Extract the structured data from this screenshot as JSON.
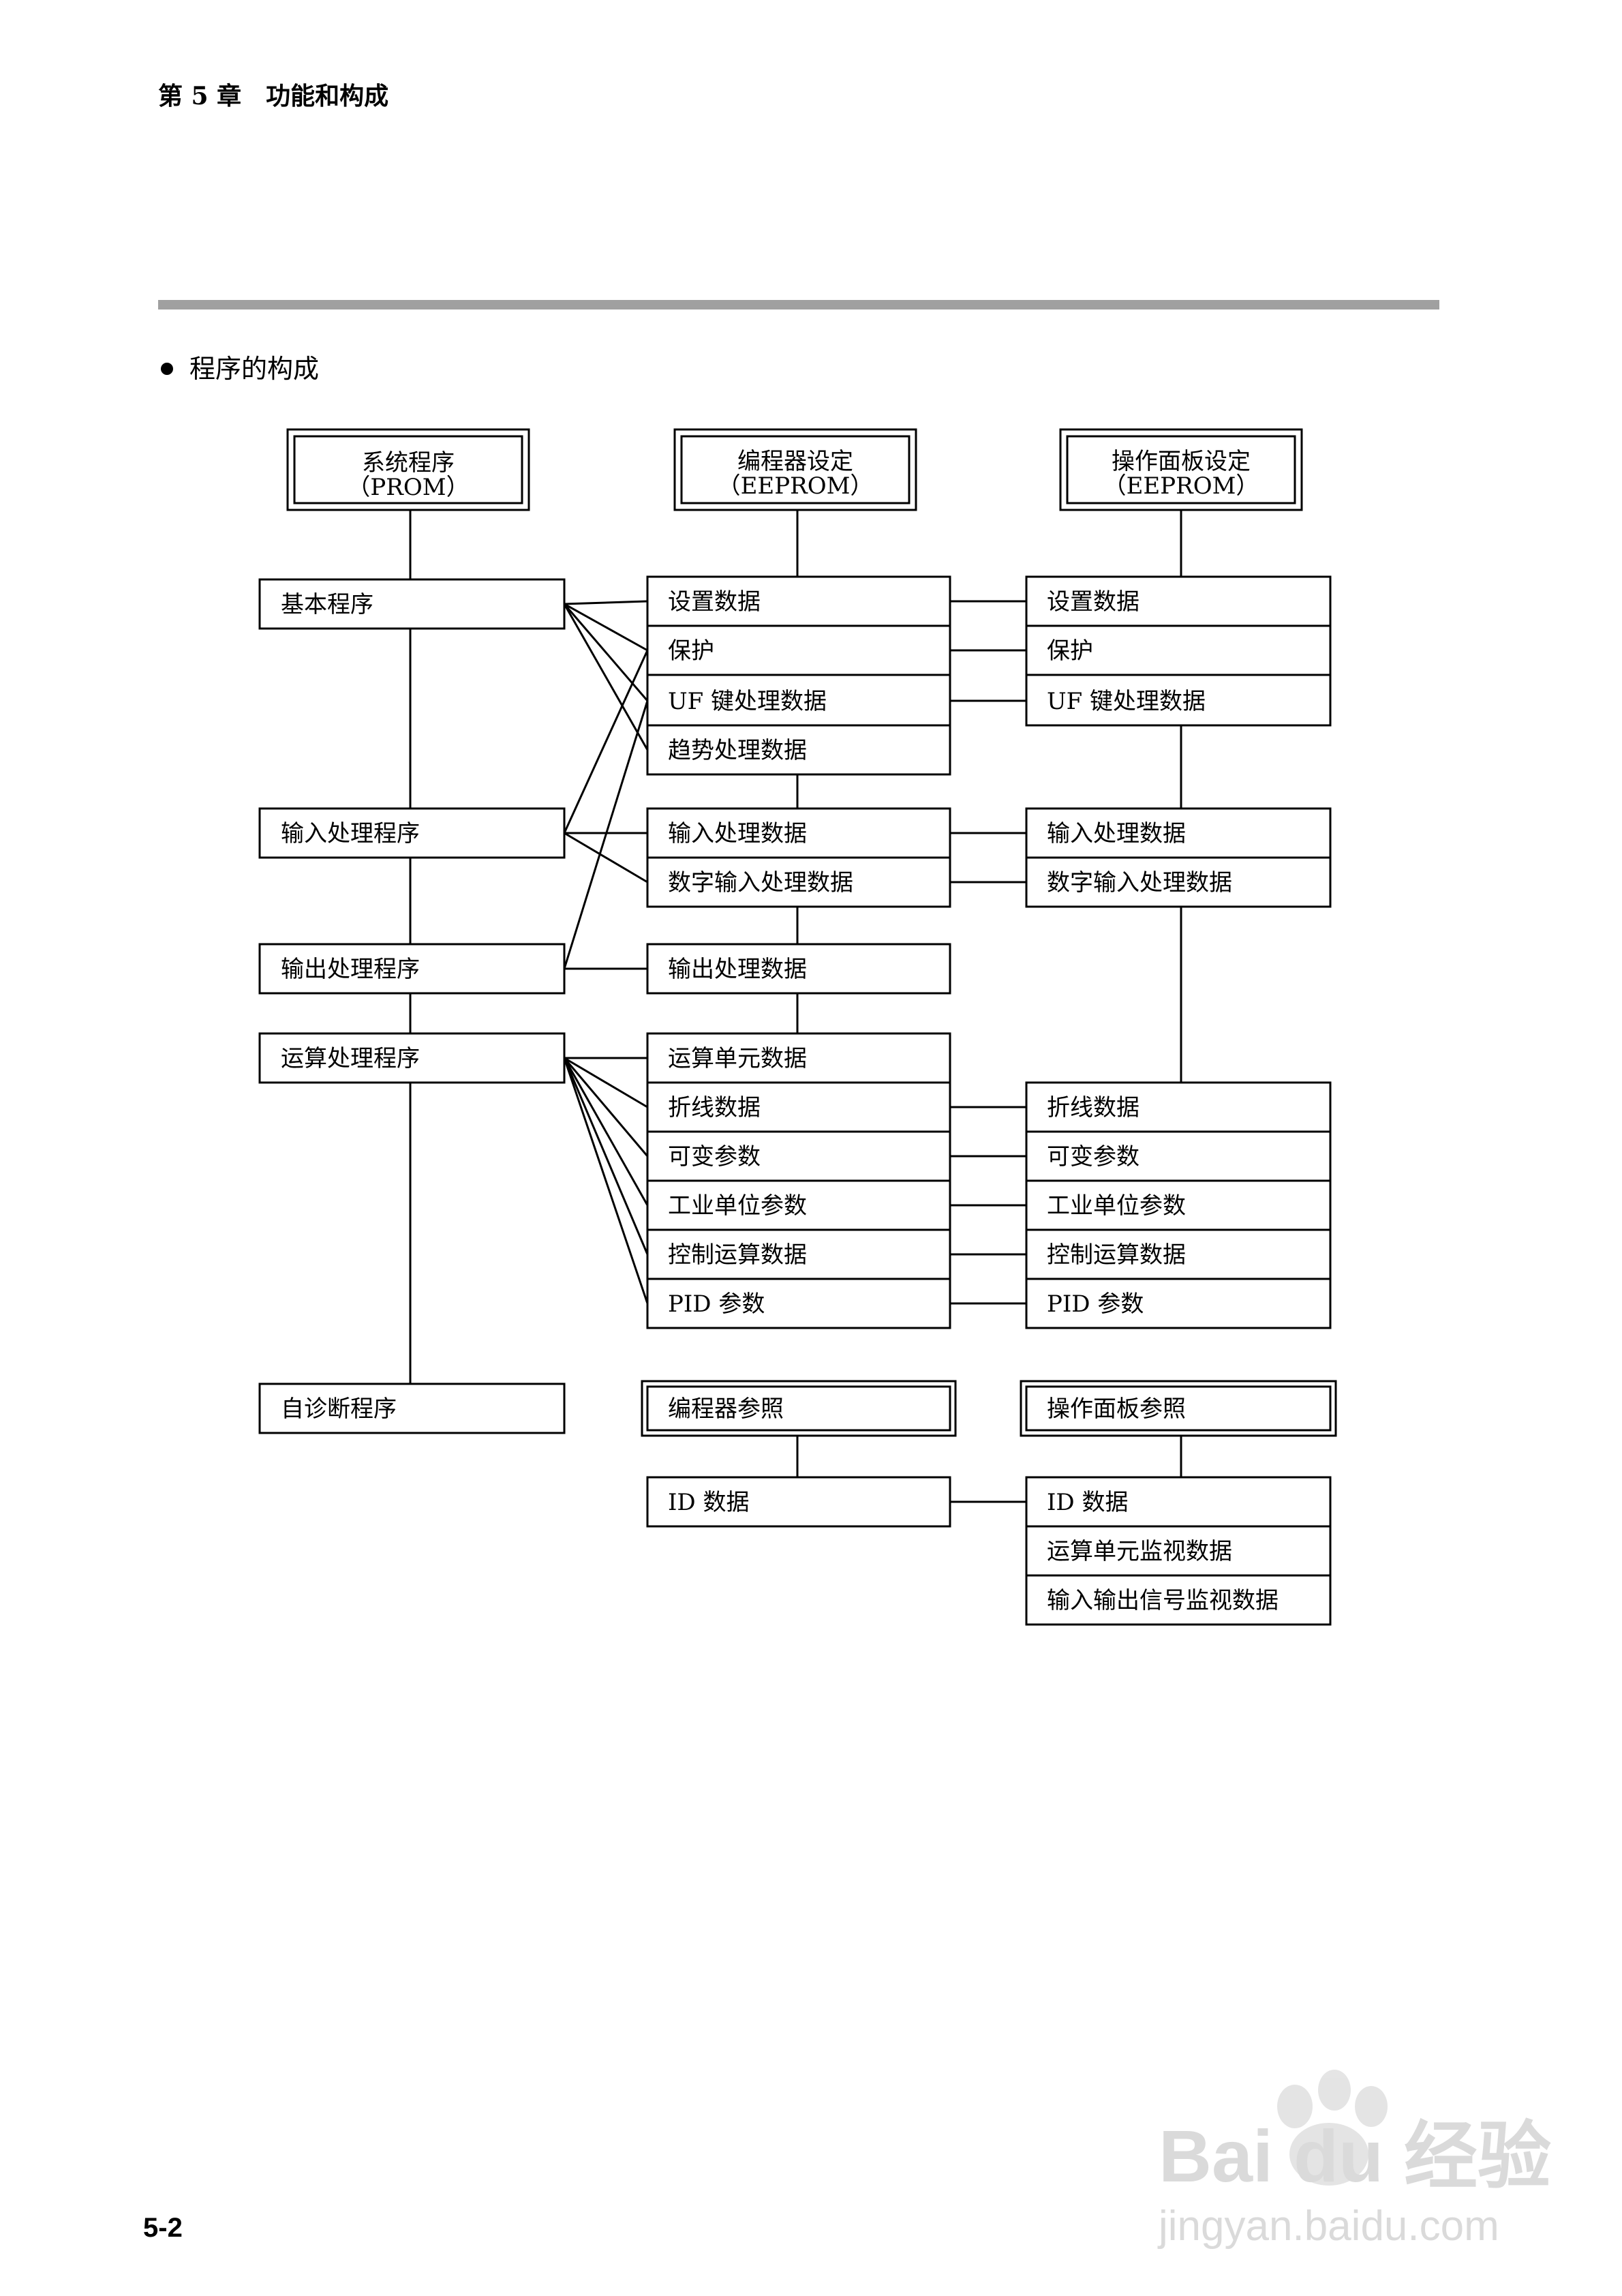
{
  "header": {
    "chapter": "第 5 章　功能和构成"
  },
  "section": {
    "title": "程序的构成"
  },
  "page_number": "5-2",
  "diagram": {
    "heads": {
      "system": [
        "系统程序",
        "（PROM）"
      ],
      "programmer": [
        "编程器设定",
        "（EEPROM）"
      ],
      "panel": [
        "操作面板设定",
        "（EEPROM）"
      ]
    },
    "programs": {
      "basic": "基本程序",
      "input": "输入处理程序",
      "output": "输出处理程序",
      "compute": "运算处理程序",
      "diag": "自诊断程序"
    },
    "programmer_groups": [
      [
        "设置数据",
        "保护",
        "UF 键处理数据",
        "趋势处理数据"
      ],
      [
        "输入处理数据",
        "数字输入处理数据"
      ],
      [
        "输出处理数据"
      ],
      [
        "运算单元数据",
        "折线数据",
        "可变参数",
        "工业单位参数",
        "控制运算数据",
        "PID 参数"
      ]
    ],
    "panel_groups": [
      [
        "设置数据",
        "保护",
        "UF 键处理数据"
      ],
      [
        "输入处理数据",
        "数字输入处理数据"
      ],
      [
        "折线数据",
        "可变参数",
        "工业单位参数",
        "控制运算数据",
        "PID 参数"
      ]
    ],
    "references": {
      "programmer": "编程器参照",
      "panel": "操作面板参照",
      "programmer_items": [
        "ID 数据"
      ],
      "panel_items": [
        "ID 数据",
        "运算单元监视数据",
        "输入输出信号监视数据"
      ]
    }
  },
  "watermark": {
    "brand": "Bai du 经验",
    "url": "jingyan.baidu.com"
  }
}
